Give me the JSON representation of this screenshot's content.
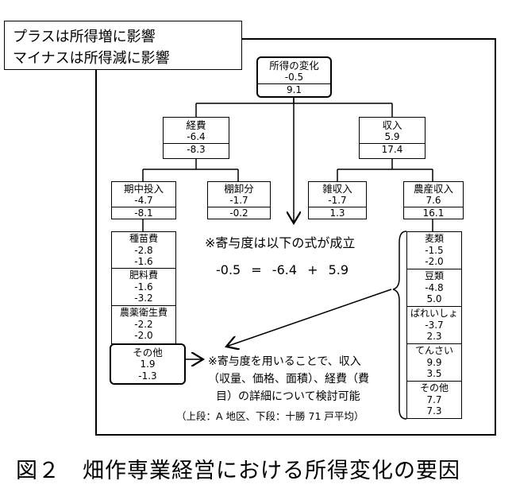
{
  "legend": {
    "plus_text": "プラスは所得増に影響",
    "minus_text": "マイナスは所得減に影響"
  },
  "root": {
    "label": "所得の変化",
    "a": "-0.5",
    "b": "9.1"
  },
  "level2": [
    {
      "label": "経費",
      "a": "-6.4",
      "b": "-8.3"
    },
    {
      "label": "収入",
      "a": "5.9",
      "b": "17.4"
    }
  ],
  "level3": [
    {
      "label": "期中投入",
      "a": "-4.7",
      "b": "-8.1"
    },
    {
      "label": "棚卸分",
      "a": "-1.7",
      "b": "-0.2"
    },
    {
      "label": "雑収入",
      "a": "-1.7",
      "b": "1.3"
    },
    {
      "label": "農産収入",
      "a": "7.6",
      "b": "16.1"
    }
  ],
  "inputs_breakdown": [
    {
      "label": "種苗費",
      "a": "-2.8",
      "b": "-1.6"
    },
    {
      "label": "肥料費",
      "a": "-1.6",
      "b": "-3.2"
    },
    {
      "label": "農薬衛生費",
      "a": "-2.2",
      "b": "-2.0"
    },
    {
      "label": "その他",
      "a": "1.9",
      "b": "-1.3"
    }
  ],
  "crops_breakdown": [
    {
      "label": "麦類",
      "a": "-1.5",
      "b": "-2.0"
    },
    {
      "label": "豆類",
      "a": "-4.8",
      "b": "5.0"
    },
    {
      "label": "ばれいしょ",
      "a": "-3.7",
      "b": "2.3"
    },
    {
      "label": "てんさい",
      "a": "9.9",
      "b": "3.5"
    },
    {
      "label": "その他",
      "a": "7.7",
      "b": "7.3"
    }
  ],
  "notes": {
    "formula_title": "※寄与度は以下の式が成立",
    "formula": "-0.5 = -6.4 + 5.9",
    "usage_line1": "※寄与度を用いることで、収入",
    "usage_line2": "（収量、価格、面積）、経費（費",
    "usage_line3": "目）の詳細について検討可能",
    "source": "（上段：A 地区、下段：十勝 71 戸平均）"
  },
  "caption": "図２　畑作専業経営における所得変化の要因"
}
